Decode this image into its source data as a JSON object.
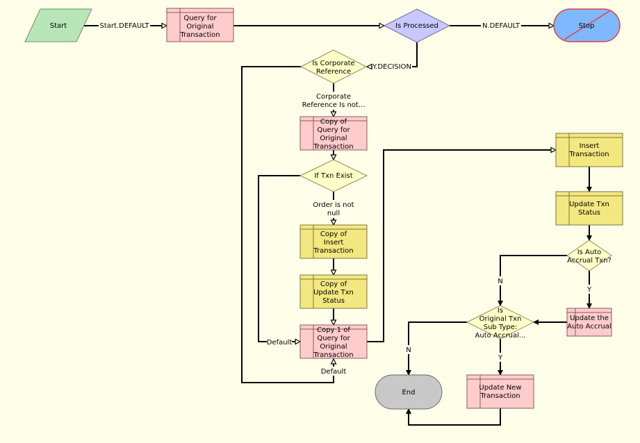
{
  "colors": {
    "background": "#ffffe9",
    "start_fill": "#b8e6b8",
    "task_pink": "#ffcccc",
    "task_yellow": "#f3e87f",
    "decision_blue": "#c8c8ff",
    "decision_yellow": "#ffffc8",
    "stop_fill": "#7fb8ff",
    "stop_border": "#e04040",
    "end_fill": "#c8c8c8"
  },
  "nodes": {
    "start": "Start",
    "query_original": [
      "Query for",
      "Original",
      "Transaction"
    ],
    "is_processed": "Is Processed",
    "stop": "Stop",
    "is_corporate": [
      "Is Corporate",
      "Reference"
    ],
    "copy_query": [
      "Copy of",
      "Query for",
      "Original",
      "Transaction"
    ],
    "if_txn_exist": "If Txn Exist",
    "copy_insert": [
      "Copy of",
      "Insert",
      "Transaction"
    ],
    "copy_update_status": [
      "Copy of",
      "Update Txn",
      "Status"
    ],
    "copy1_query": [
      "Copy 1 of",
      "Query for",
      "Original",
      "Transaction"
    ],
    "insert_txn": [
      "Insert",
      "Transaction"
    ],
    "update_txn_status": [
      "Update Txn",
      "Status"
    ],
    "is_auto_accrual": [
      "Is Auto",
      "Accrual Txn?"
    ],
    "update_auto_accrual": [
      "Update the",
      "Auto Accrual"
    ],
    "is_original_subtype": [
      "Is",
      "Original Txn",
      "Sub Type:",
      "Auto Accrual..."
    ],
    "end": "End",
    "update_new_txn": [
      "Update New",
      "Transaction"
    ]
  },
  "edges": {
    "start_default": "Start.DEFAULT",
    "n_default": "N.DEFAULT",
    "y_decision": "Y.DECISION",
    "corp_not_null": [
      "Corporate",
      "Reference Is not..."
    ],
    "order_not_null": [
      "Order is not",
      "null"
    ],
    "default_left": "Default",
    "default_bottom": "Default",
    "n_auto": "N",
    "y_auto": "Y",
    "n_subtype": "N",
    "y_subtype": "Y"
  }
}
